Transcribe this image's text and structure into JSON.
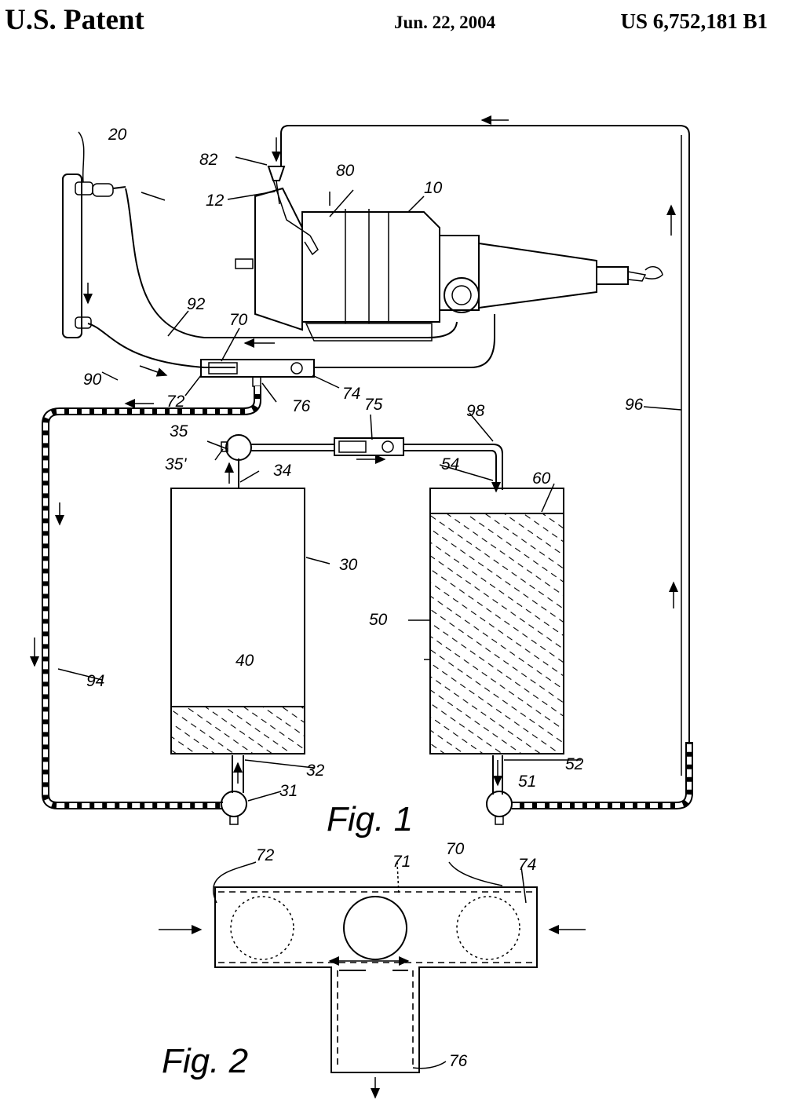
{
  "header": {
    "left": "U.S. Patent",
    "date": "Jun. 22, 2004",
    "patent_number": "US 6,752,181 B1"
  },
  "figures": {
    "fig1": "Fig. 1",
    "fig2": "Fig. 2"
  },
  "refs": {
    "r10": "10",
    "r12": "12",
    "r20": "20",
    "r30": "30",
    "r31": "31",
    "r32": "32",
    "r34": "34",
    "r35": "35",
    "r35p": "35'",
    "r40": "40",
    "r50": "50",
    "r51": "51",
    "r52": "52",
    "r54": "54",
    "r60": "60",
    "r70": "70",
    "r72": "72",
    "r74": "74",
    "r75": "75",
    "r76": "76",
    "r80": "80",
    "r82": "82",
    "r90": "90",
    "r92": "92",
    "r94": "94",
    "r96": "96",
    "r98": "98"
  },
  "fig2_refs": {
    "r70": "70",
    "r71": "71",
    "r72": "72",
    "r74": "74",
    "r76": "76"
  }
}
